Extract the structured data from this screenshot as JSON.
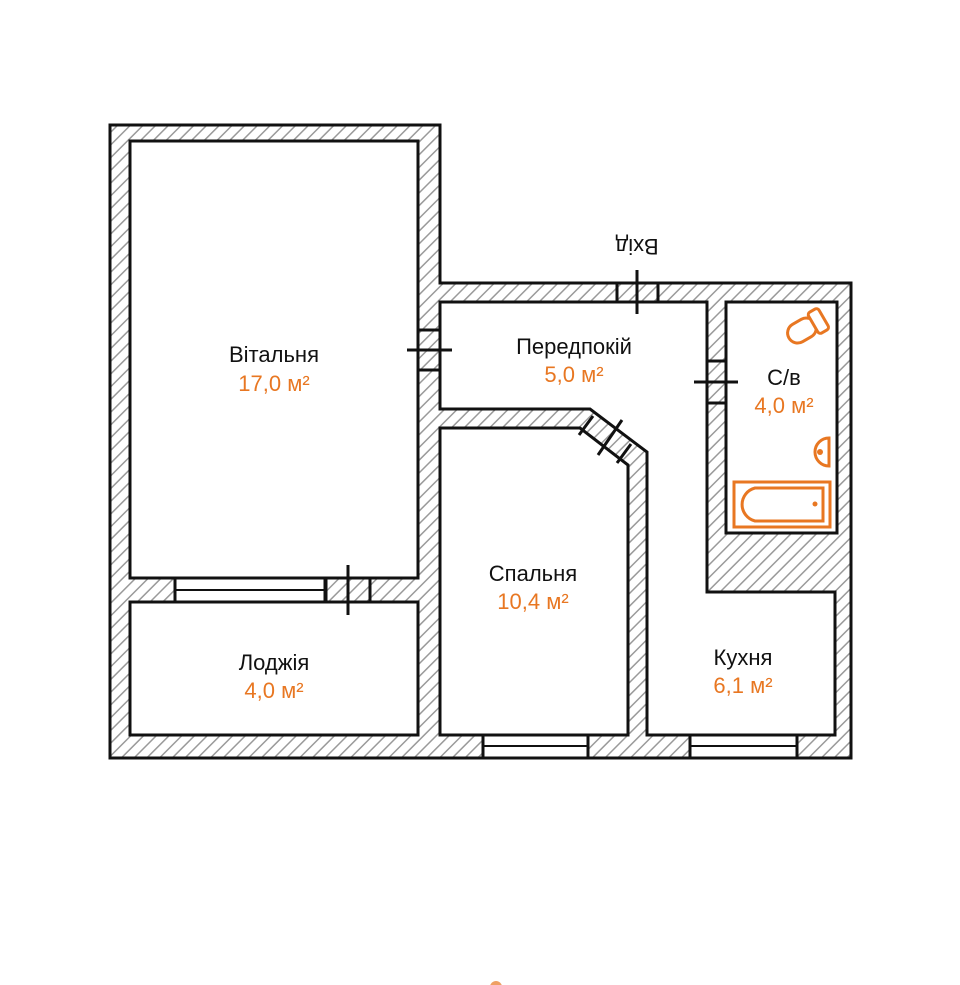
{
  "plan": {
    "entrance_label": "Вхід",
    "accent_color": "#E87722",
    "rooms": [
      {
        "name": "Вітальня",
        "area": "17,0 м²"
      },
      {
        "name": "Передпокій",
        "area": "5,0 м²"
      },
      {
        "name": "С/в",
        "area": "4,0 м²"
      },
      {
        "name": "Спальня",
        "area": "10,4 м²"
      },
      {
        "name": "Лоджія",
        "area": "4,0 м²"
      },
      {
        "name": "Кухня",
        "area": "6,1 м²"
      }
    ]
  }
}
